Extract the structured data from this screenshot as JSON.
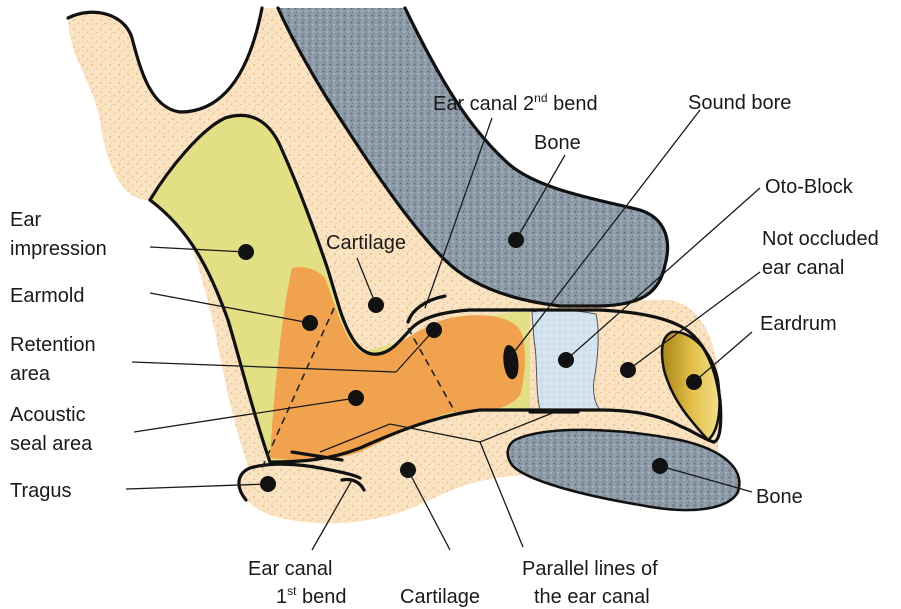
{
  "labels": {
    "ear_impression_1": "Ear",
    "ear_impression_2": "impression",
    "earmold": "Earmold",
    "retention_1": "Retention",
    "retention_2": "area",
    "acoustic_1": "Acoustic",
    "acoustic_2": "seal area",
    "tragus": "Tragus",
    "first_bend_1": "Ear canal",
    "first_bend_2a": "1",
    "first_bend_2sup": "st",
    "first_bend_2b": " bend",
    "cartilage_bottom": "Cartilage",
    "parallel_1": "Parallel lines of",
    "parallel_2": "the ear canal",
    "bone_right": "Bone",
    "eardrum": "Eardrum",
    "not_occluded_1": "Not occluded",
    "not_occluded_2": "ear canal",
    "oto_block": "Oto-Block",
    "sound_bore": "Sound bore",
    "second_bend_a": "Ear canal 2",
    "second_bend_sup": "nd",
    "second_bend_b": " bend",
    "bone_top": "Bone",
    "cartilage_middle": "Cartilage"
  },
  "colors": {
    "skin": "#f9e3c2",
    "skin_speckle": "#e8a860",
    "impression": "#e3df84",
    "earmold": "#f1a24e",
    "bone": "#8b98a6",
    "oto_block": "#d2e2ee",
    "eardrum": "#c9a42c"
  }
}
